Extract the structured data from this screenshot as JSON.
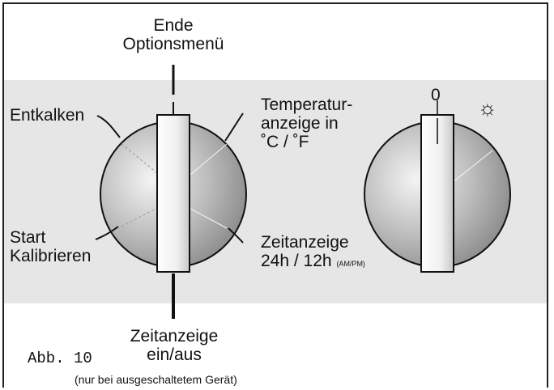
{
  "dial_left": {
    "top_label_line1": "Ende",
    "top_label_line2": "Optionsmenü",
    "left_upper_label": "Entkalken",
    "left_lower_label_line1": "Start",
    "left_lower_label_line2": "Kalibrieren",
    "right_upper_label_line1": "Temperatur-",
    "right_upper_label_line2": "anzeige in",
    "right_upper_label_line3": "˚C / ˚F",
    "right_lower_label_line1": "Zeitanzeige",
    "right_lower_label_line2": "24h / 12h",
    "right_lower_label_suffix": "(AM/PM)",
    "bottom_label_line1": "Zeitanzeige",
    "bottom_label_line2": "ein/aus",
    "bottom_note": "(nur bei ausgeschaltetem Gerät)"
  },
  "dial_right": {
    "off_label": "0",
    "on_symbol": "☼"
  },
  "caption": "Abb. 10",
  "colors": {
    "band": "#e6e6e6",
    "dial_light": "#f2f2f2",
    "dial_dark": "#8a8a8a",
    "outline": "#111111"
  }
}
